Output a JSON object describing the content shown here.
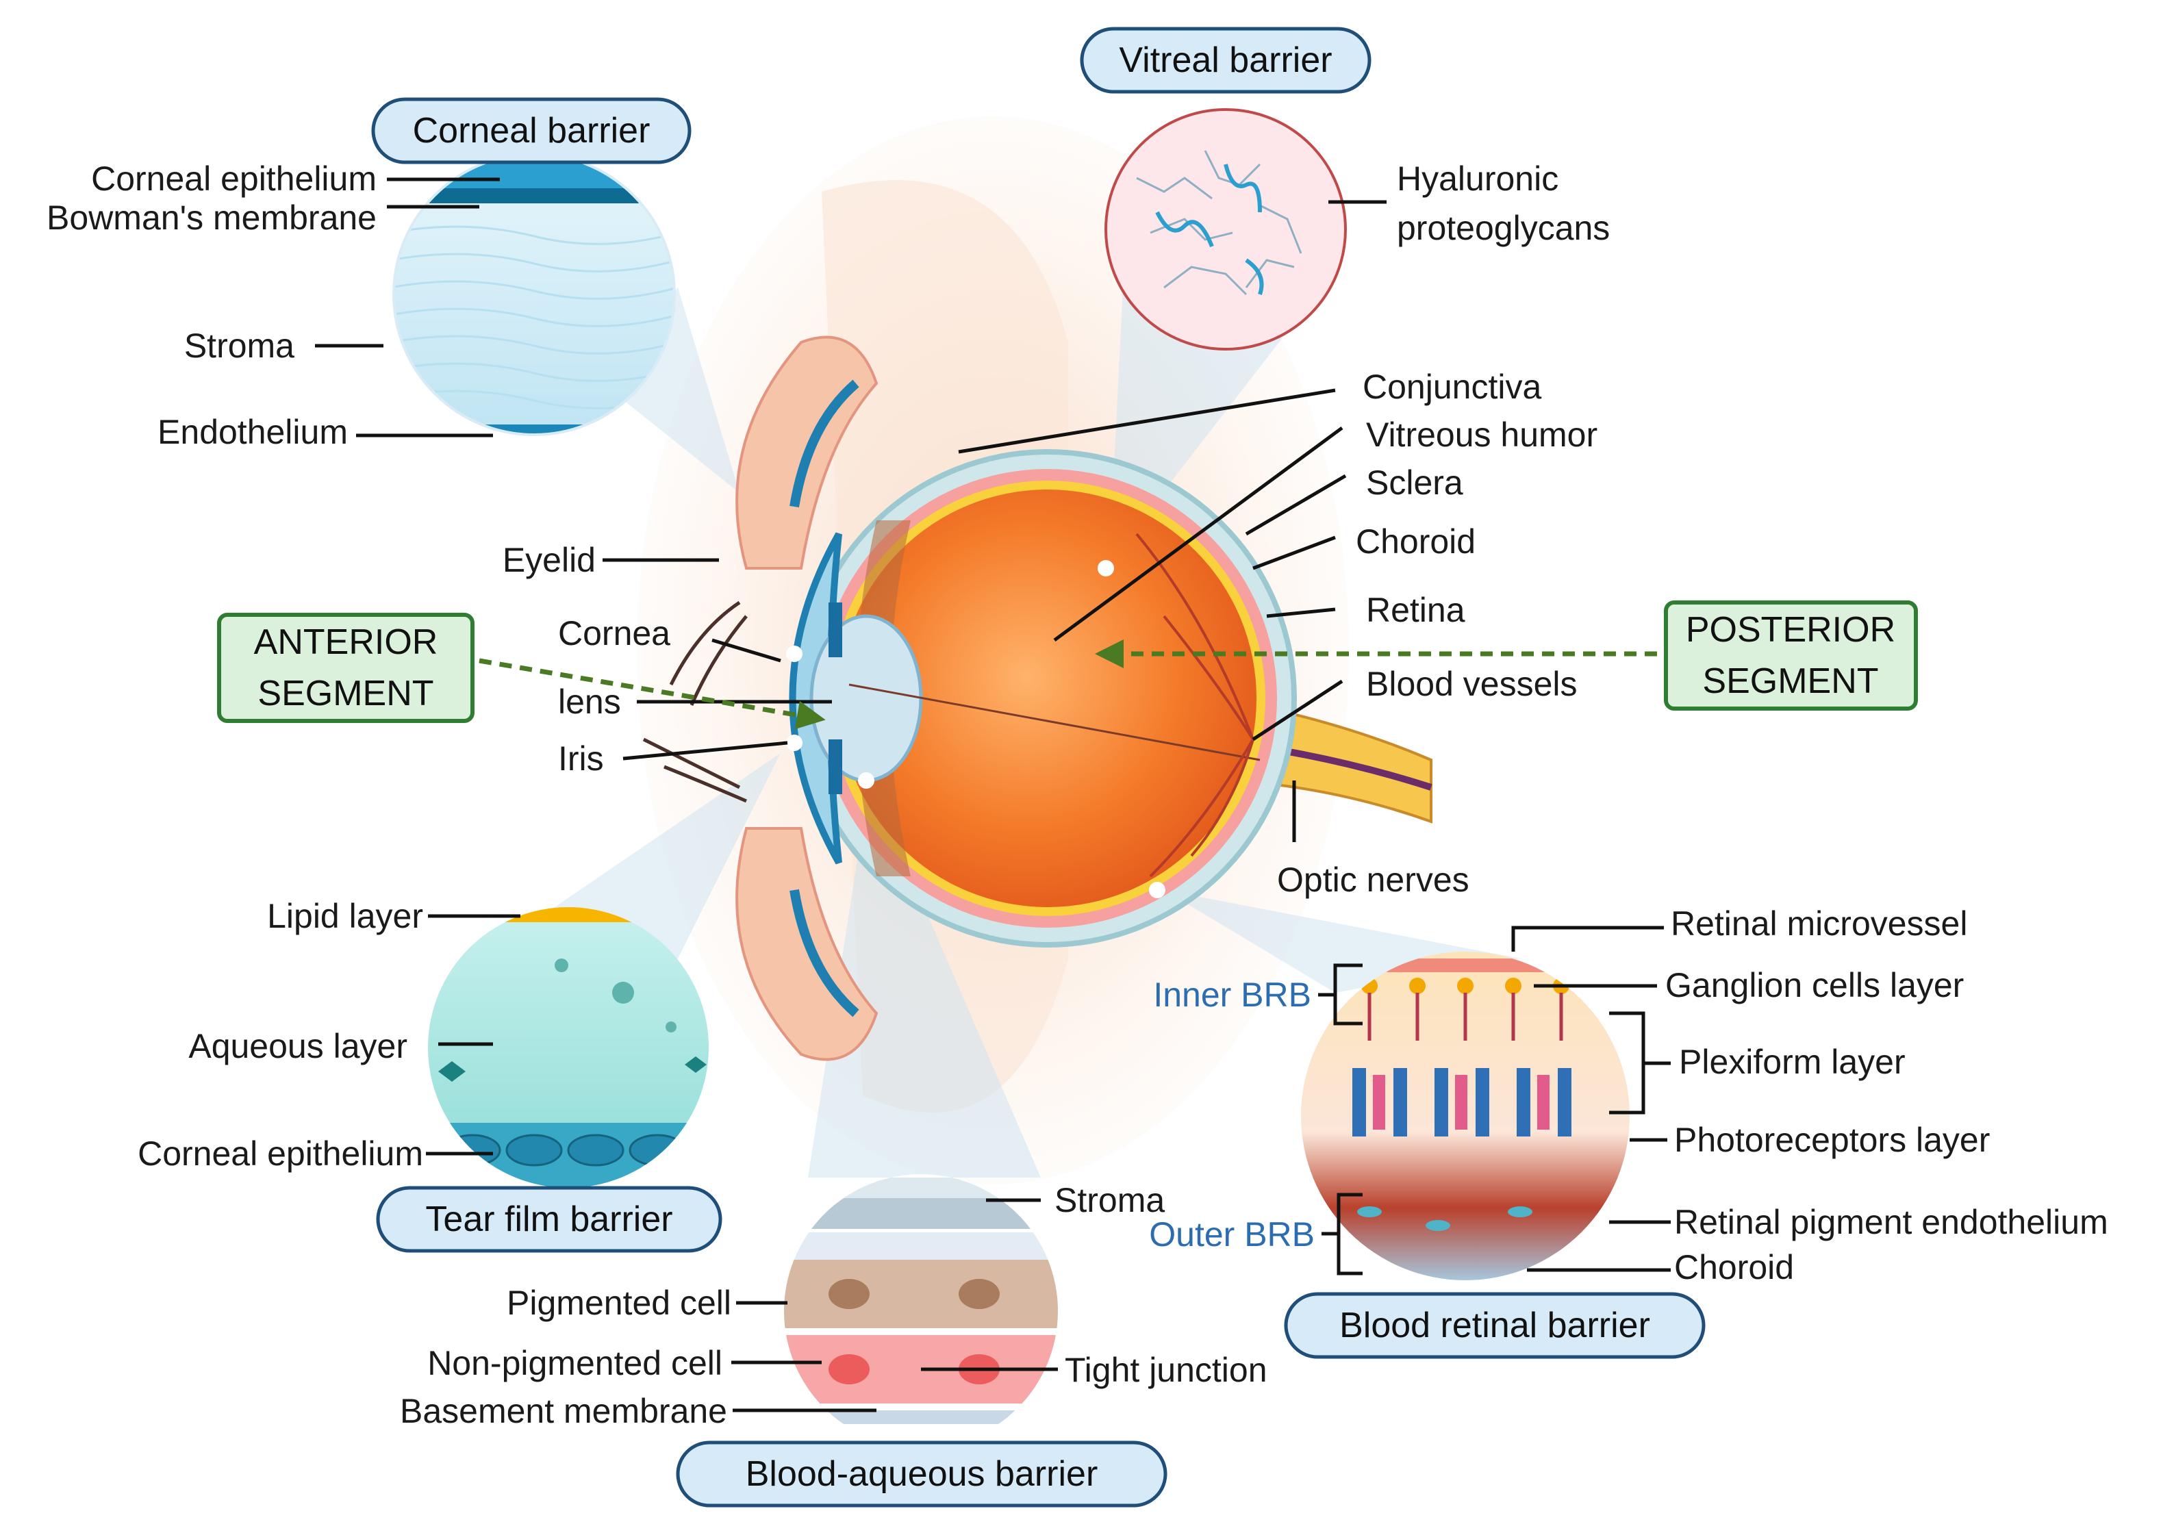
{
  "barriers": {
    "corneal": "Corneal barrier",
    "vitreal": "Vitreal barrier",
    "tear_film": "Tear film  barrier",
    "blood_aqueous": "Blood-aqueous  barrier",
    "blood_retinal": "Blood retinal barrier"
  },
  "segments": {
    "anterior_line1": "ANTERIOR",
    "anterior_line2": "SEGMENT",
    "posterior_line1": "POSTERIOR",
    "posterior_line2": "SEGMENT"
  },
  "corneal_labels": {
    "epithelium": "Corneal epithelium",
    "bowman": "Bowman's membrane",
    "stroma": "Stroma",
    "endothelium": "Endothelium"
  },
  "vitreal_labels": {
    "line1": "Hyaluronic",
    "line2": "proteoglycans"
  },
  "eye_labels": {
    "conjunctiva": "Conjunctiva",
    "vitreous": "Vitreous humor",
    "sclera": "Sclera",
    "choroid": "Choroid",
    "retina": "Retina",
    "blood_vessels": "Blood vessels",
    "optic_nerves": "Optic nerves",
    "eyelid": "Eyelid",
    "cornea": "Cornea",
    "lens": "lens",
    "iris": "Iris"
  },
  "tear_labels": {
    "lipid": "Lipid layer",
    "aqueous": "Aqueous layer",
    "epithelium": "Corneal epithelium"
  },
  "aqueous_labels": {
    "stroma": "Stroma",
    "pigmented": "Pigmented cell",
    "non_pigmented": "Non-pigmented cell",
    "basement": "Basement membrane",
    "tight_junction": "Tight junction"
  },
  "retinal_labels": {
    "microvessel": "Retinal microvessel",
    "ganglion": "Ganglion cells layer",
    "plexiform": "Plexiform layer",
    "photoreceptors": "Photoreceptors layer",
    "rpe": "Retinal pigment endothelium",
    "choroid": "Choroid",
    "inner_brb": "Inner BRB",
    "outer_brb": "Outer BRB"
  },
  "colors": {
    "pill_fill": "#d6eaf8",
    "pill_stroke": "#1f4e79",
    "segment_fill": "#dcf1dc",
    "segment_stroke": "#2e7d32",
    "arrow": "#4a7a22",
    "eye_orange": "#f47b2a",
    "brb_blue": "#2c6cb0"
  }
}
